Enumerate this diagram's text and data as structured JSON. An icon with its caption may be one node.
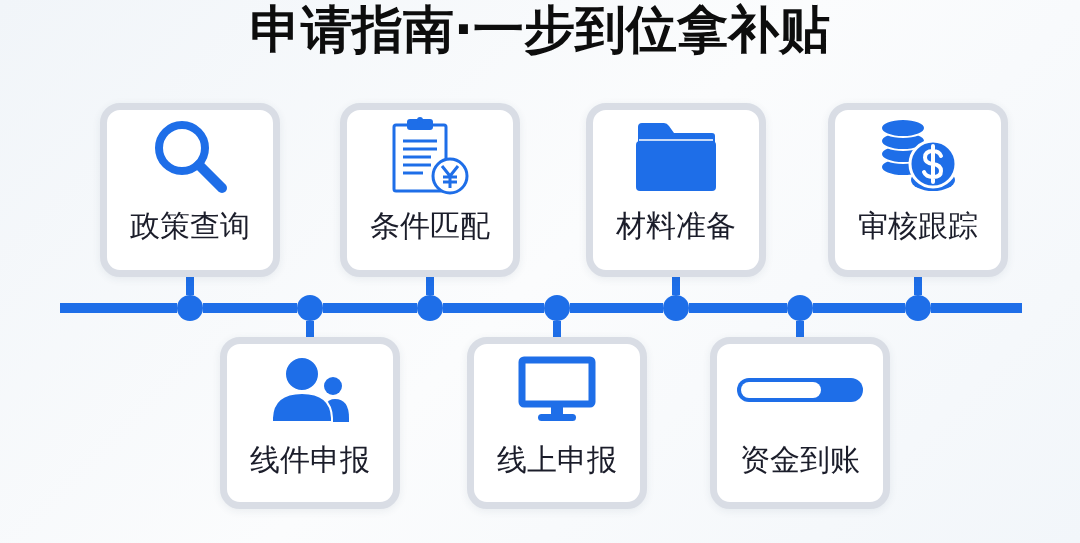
{
  "diagram": {
    "title": "申请指南·一步到位拿补贴",
    "nodes": [
      {
        "text": [
          "政策查询"
        ]
      },
      {
        "text": [
          "线件申报"
        ]
      },
      {
        "text": [
          "条件匹配"
        ]
      },
      {
        "text": [
          "线上申报"
        ]
      },
      {
        "text": [
          "材料准备"
        ]
      },
      {
        "text": [
          "资金到账"
        ]
      },
      {
        "text": [
          "审核跟踪"
        ]
      },
      {
        "text": [],
        "shape": "circle"
      },
      {
        "text": [],
        "shape": "circle"
      },
      {
        "text": [],
        "shape": "circle"
      },
      {
        "text": [],
        "shape": "circle"
      },
      {
        "text": [],
        "shape": "circle"
      },
      {
        "text": [],
        "shape": "circle"
      },
      {
        "text": [],
        "shape": "circle"
      }
    ],
    "edges": [
      {
        "from": 0,
        "to": 7,
        "arrow": "none"
      },
      {
        "from": 1,
        "to": 8,
        "arrow": "none"
      },
      {
        "from": 2,
        "to": 9,
        "arrow": "none"
      },
      {
        "from": 3,
        "to": 10,
        "arrow": "none"
      },
      {
        "from": 4,
        "to": 11,
        "arrow": "none"
      },
      {
        "from": 5,
        "to": 12,
        "arrow": "none"
      },
      {
        "from": 6,
        "to": 13,
        "arrow": "none"
      },
      {
        "from": null,
        "to": 7,
        "arrow": "none"
      },
      {
        "from": 7,
        "to": 8,
        "arrow": "none"
      },
      {
        "from": 8,
        "to": 9,
        "arrow": "none"
      },
      {
        "from": 9,
        "to": 10,
        "arrow": "none"
      },
      {
        "from": 10,
        "to": 11,
        "arrow": "none"
      },
      {
        "from": 11,
        "to": 12,
        "arrow": "none"
      },
      {
        "from": 12,
        "to": 13,
        "arrow": "none"
      },
      {
        "from": 13,
        "to": null,
        "arrow": "none"
      }
    ]
  }
}
